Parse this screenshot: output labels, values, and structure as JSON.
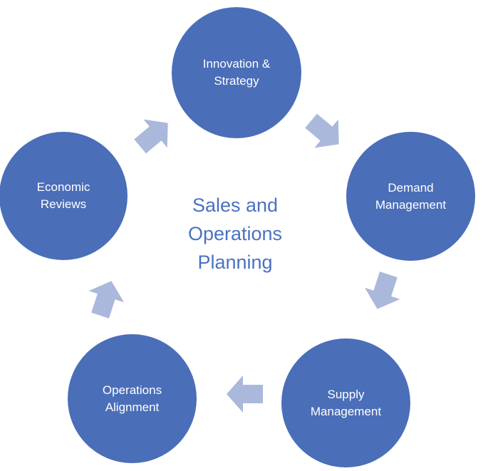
{
  "title": {
    "line1": "Sales and",
    "line2": "Operations",
    "line3": "Planning"
  },
  "nodes": [
    {
      "line1": "Innovation &",
      "line2": "Strategy"
    },
    {
      "line1": "Demand",
      "line2": "Management"
    },
    {
      "line1": "Supply",
      "line2": "Management"
    },
    {
      "line1": "Operations",
      "line2": "Alignment"
    },
    {
      "line1": "Economic",
      "line2": "Reviews"
    }
  ],
  "colors": {
    "node": "#4A6EB8",
    "arrow": "#AAB8DC",
    "title": "#4A72C2"
  }
}
